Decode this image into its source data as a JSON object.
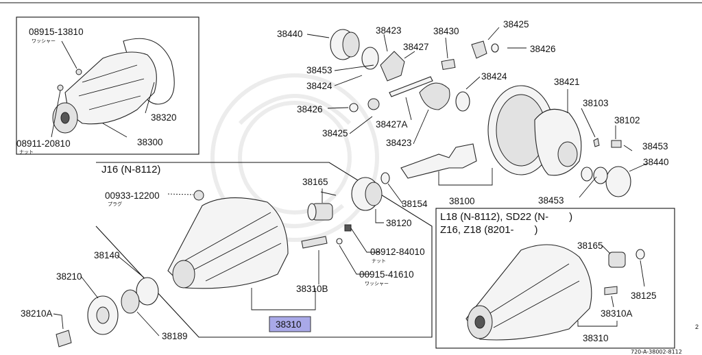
{
  "diagram": {
    "inset_top_left": {
      "labels": [
        "08915-13810",
        "08911-20810",
        "38320",
        "38300"
      ],
      "sub": {
        "washer": "ワッシャー",
        "nut": "ナット"
      }
    },
    "inset_j16": {
      "header": "J16 (N-8112)",
      "labels": [
        "00933-12200",
        "38165",
        "08912-84010",
        "00915-41610",
        "38310B",
        "38310"
      ],
      "sub": {
        "plug": "プラグ",
        "nut": "ナット",
        "washer": "ワッシャー"
      }
    },
    "inset_l18": {
      "header1": "L18 (N-8112), SD22 (N-　　)",
      "header2": "Z16, Z18 (8201-　　)",
      "labels": [
        "38165",
        "38125",
        "38310A",
        "38310"
      ]
    },
    "main_labels": [
      "38440",
      "38423",
      "38430",
      "38425",
      "38426",
      "38427",
      "38453",
      "38424",
      "38424",
      "38421",
      "38426",
      "38103",
      "38102",
      "38427A",
      "38425",
      "38423",
      "38453",
      "38440",
      "38165",
      "38154",
      "38100",
      "38453",
      "38120",
      "38140",
      "38210",
      "38210A",
      "38189"
    ],
    "footer": "720-A-38002-8112",
    "edge_mark": "2",
    "highlight_part": "38310"
  }
}
